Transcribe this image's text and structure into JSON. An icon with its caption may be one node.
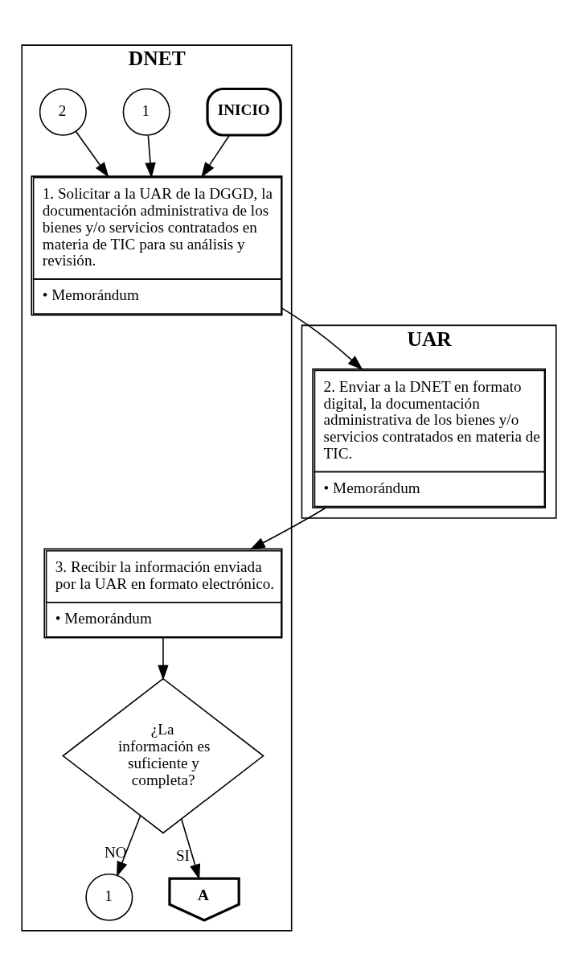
{
  "diagram": {
    "nodes": [
      {
        "text": [
          "DNET"
        ]
      },
      {
        "text": [
          "UAR"
        ]
      },
      {
        "text": [
          "INICIO"
        ],
        "in": 0
      },
      {
        "text": [
          "1"
        ],
        "in": 0
      },
      {
        "text": [
          "2"
        ],
        "in": 0
      },
      {
        "text": [
          "1. Solicitar a la UAR de la DGGD, la documentación administrativa de los bienes y/o servicios contratados en materia de TIC para su análisis y revisión.",
          "• Memorándum"
        ],
        "in": 0
      },
      {
        "text": [
          "2. Enviar a la DNET en formato digital, la documentación administrativa de los bienes y/o servicios contratados en materia de TIC.",
          "• Memorándum"
        ],
        "in": 1
      },
      {
        "text": [
          "3. Recibir la información enviada por la UAR en formato electrónico.",
          "• Memorándum"
        ],
        "in": 0
      },
      {
        "text": [
          "¿La información es suficiente y completa?"
        ],
        "in": 0
      },
      {
        "text": [
          "1"
        ],
        "in": 0
      },
      {
        "text": [
          "A"
        ],
        "in": 0
      }
    ],
    "edges": [
      {
        "from": 3,
        "to": 5,
        "arrow": "to"
      },
      {
        "from": 4,
        "to": 5,
        "arrow": "to"
      },
      {
        "from": 2,
        "to": 5,
        "arrow": "to"
      },
      {
        "from": 5,
        "to": 6,
        "arrow": "to"
      },
      {
        "from": 6,
        "to": 7,
        "arrow": "to"
      },
      {
        "from": 7,
        "to": 8,
        "arrow": "to"
      },
      {
        "from": 8,
        "to": 9,
        "arrow": "to",
        "label": "NO"
      },
      {
        "from": 8,
        "to": 10,
        "arrow": "to",
        "label": "SI"
      }
    ]
  }
}
